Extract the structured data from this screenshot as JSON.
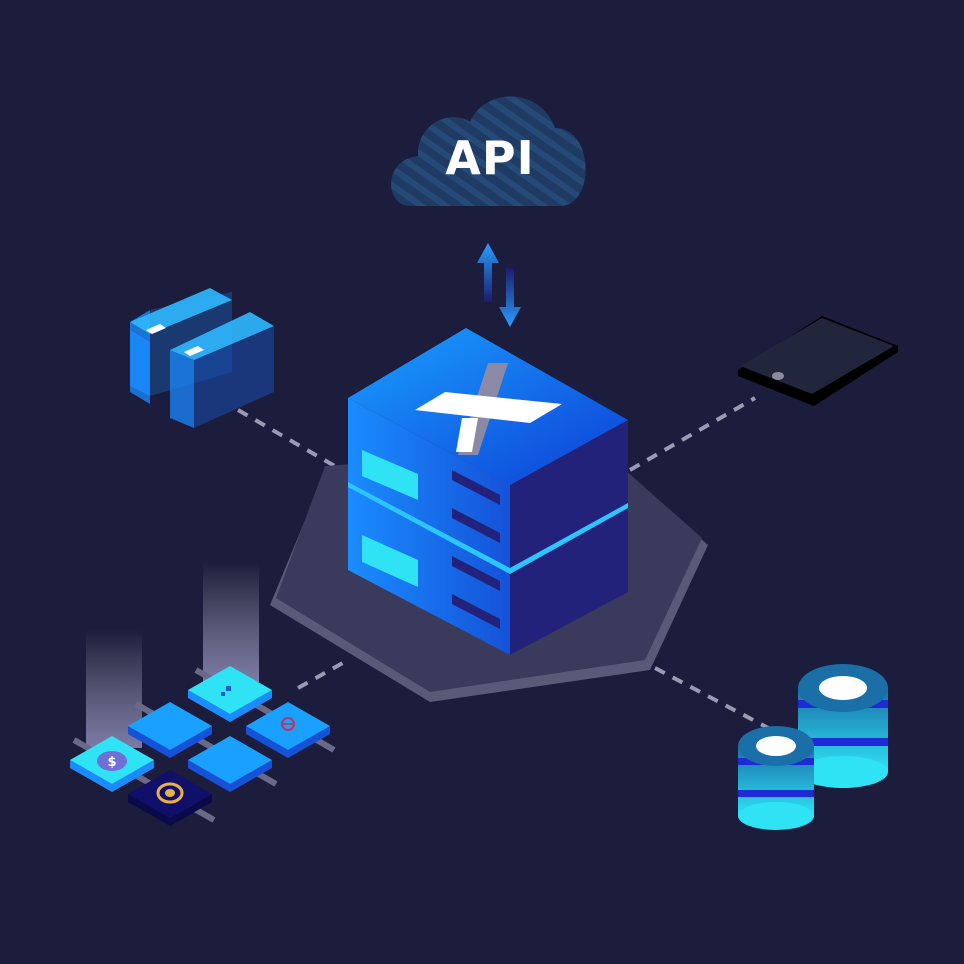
{
  "cloud": {
    "label": "API"
  },
  "colors": {
    "background": "#1c1c3c",
    "server_blue": "#1a8cff",
    "server_dark": "#23227a",
    "cyan_glow": "#2fe3f5",
    "platform": "#3a3a5c",
    "connector": "#9a9ab4"
  },
  "nodes": {
    "center": "server-stack",
    "top": "api-cloud",
    "top_left": "block-cubes",
    "top_right": "mobile-device",
    "bottom_left": "app-tile-grid",
    "bottom_right": "database-stack"
  },
  "icons": [
    "x-logo-icon",
    "dollar-icon",
    "gold-coin-icon",
    "globe-icon",
    "key-icon"
  ]
}
